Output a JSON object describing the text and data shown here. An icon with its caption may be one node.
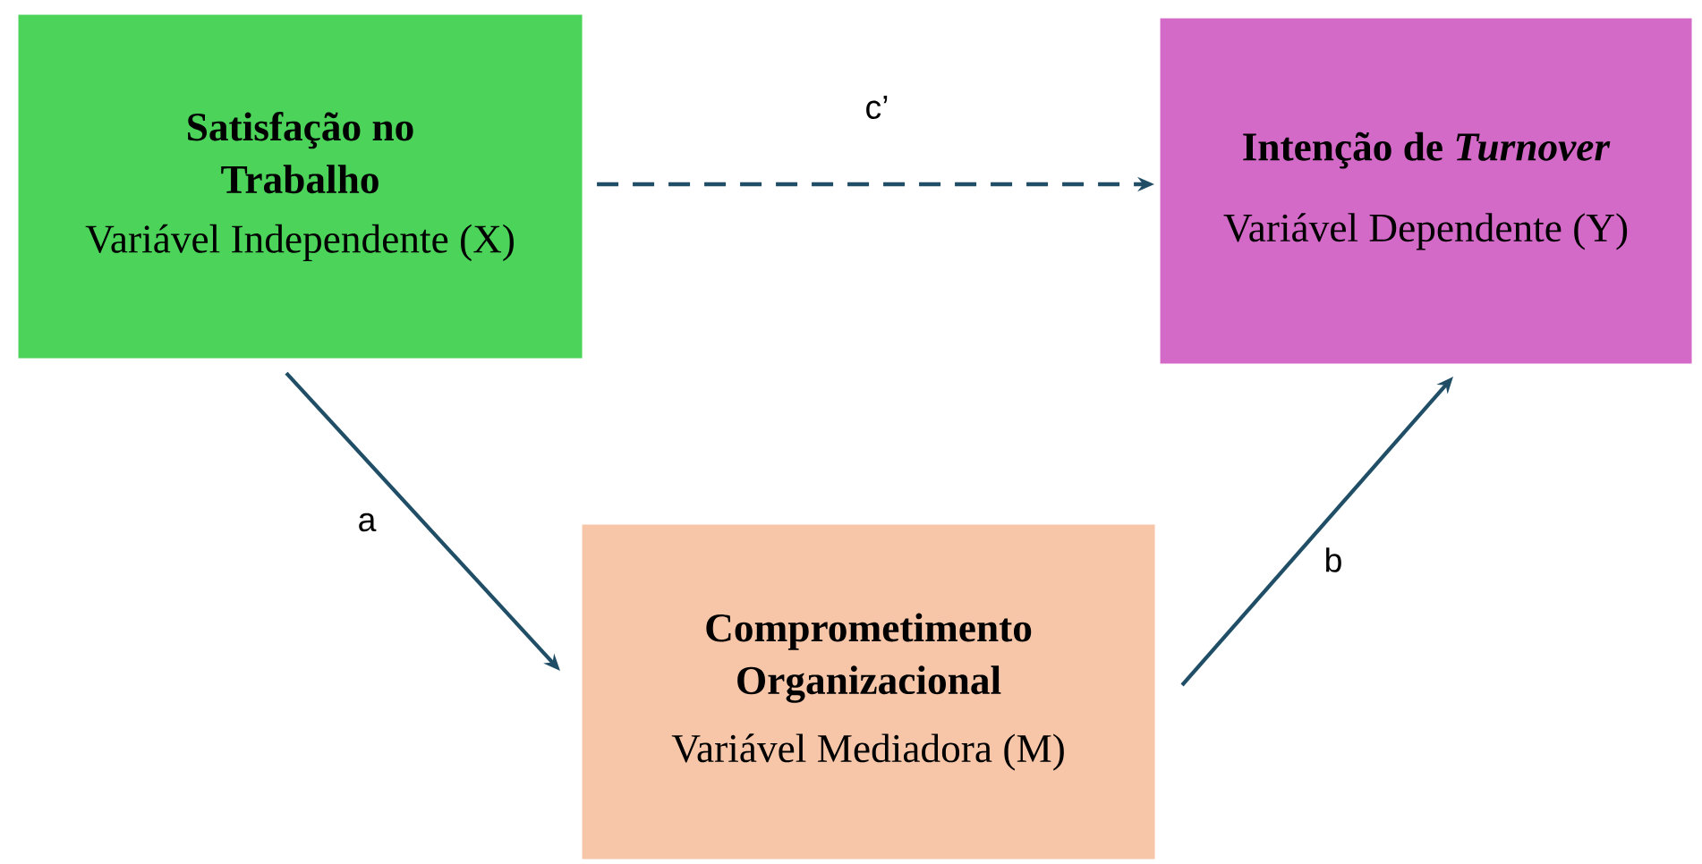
{
  "diagram": {
    "nodes": [
      {
        "text": [
          "Satisfação no Trabalho",
          "Variável Independente (X)"
        ]
      },
      {
        "text": [
          "Intenção de *Turnover*",
          "Variável Dependente (Y)"
        ]
      },
      {
        "text": [
          "Comprometimento Organizacional",
          "Variável Mediadora (M)"
        ]
      }
    ],
    "edges": [
      {
        "from": 0,
        "to": 1,
        "arrow": "to",
        "label": "c’",
        "style": "dashed"
      },
      {
        "from": 0,
        "to": 2,
        "arrow": "to",
        "label": "a"
      },
      {
        "from": 2,
        "to": 1,
        "arrow": "to",
        "label": "b"
      }
    ]
  }
}
